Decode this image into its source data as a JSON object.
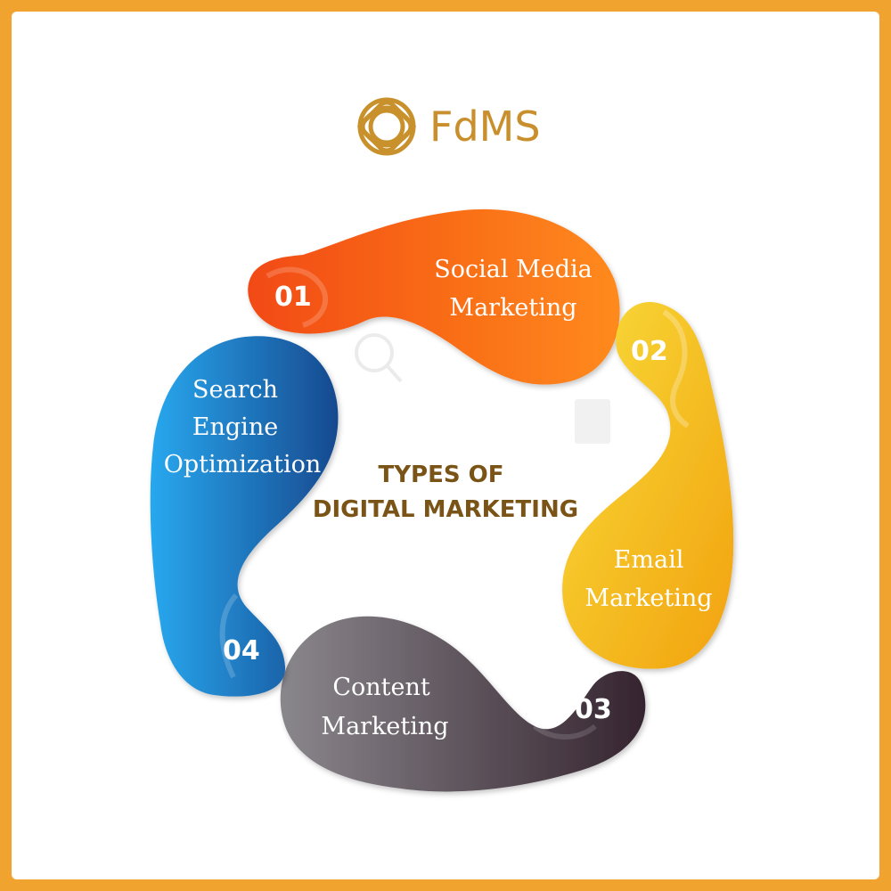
{
  "logo": {
    "text": "FdMS",
    "color": "#c98f2c"
  },
  "center_title": {
    "line1": "TYPES OF",
    "line2": "DIGITAL MARKETING",
    "color": "#7a5417"
  },
  "items": [
    {
      "number": "01",
      "label_line1": "Social Media",
      "label_line2": "Marketing",
      "color_start": "#f7461a",
      "color_end": "#ff8a18"
    },
    {
      "number": "02",
      "label_line1": "Email",
      "label_line2": "Marketing",
      "color_start": "#f7d02a",
      "color_end": "#f3a613"
    },
    {
      "number": "03",
      "label_line1": "Content",
      "label_line2": "Marketing",
      "color_start": "#7b787e",
      "color_end": "#3b2a36"
    },
    {
      "number": "04",
      "label_line1": "Search",
      "label_line2": "Engine",
      "label_line3": "Optimization",
      "color_start": "#1f9be6",
      "color_end": "#1a4d95"
    }
  ],
  "frame_color": "#f0a32e"
}
